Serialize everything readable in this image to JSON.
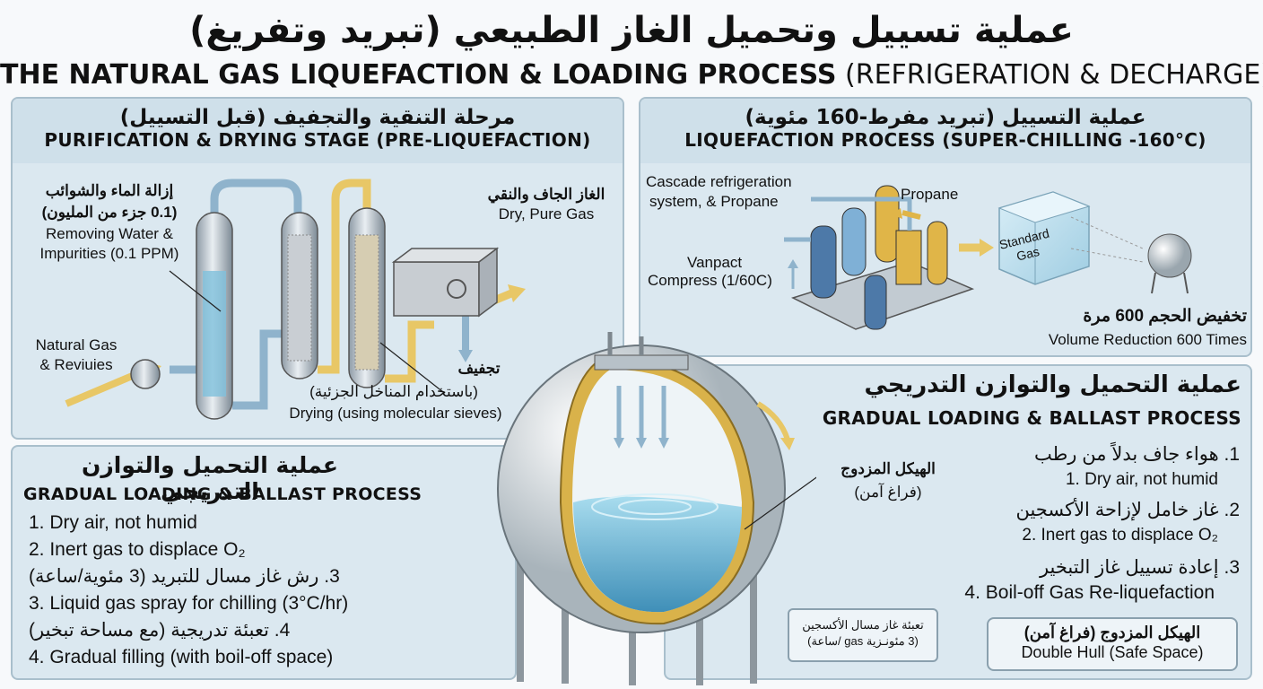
{
  "title": {
    "ar": "عملية تسييل وتحميل الغاز الطبيعي (تبريد وتفريغ)",
    "en_bold": "THE NATURAL GAS LIQUEFACTION & LOADING PROCESS",
    "en_light": "(REFRIGERATION & DECHARGE)"
  },
  "purification": {
    "heading_ar": "مرحلة التنقية والتجفيف (قبل التسييل)",
    "heading_en": "PURIFICATION & DRYING STAGE (PRE-LIQUEFACTION)",
    "removing_ar_1": "إزالة الماء والشوائب",
    "removing_ar_2": "(0.1 جزء من المليون)",
    "removing_en_1": "Removing Water &",
    "removing_en_2": "Impurities (0.1 PPM)",
    "dry_ar": "الغاز الجاف والنقي",
    "dry_en": "Dry, Pure Gas",
    "natgas_1": "Natural Gas",
    "natgas_2": "& Reviuies",
    "drying_ar_1": "تجفيف",
    "drying_ar_2": "(باستخدام المناخل الجزئية)",
    "drying_en": "Drying (using molecular sieves)"
  },
  "liquefaction": {
    "heading_ar": "عملية التسييل (تبريد مفرط-160 مئوية)",
    "heading_en": "LIQUEFACTION PROCESS (SUPER-CHILLING -160°C)",
    "cascade_1": "Cascade refrigeration",
    "cascade_2": "system, & Propane",
    "propane": "Propane",
    "vanpact": "Vanpact",
    "compress": "Compress (1/60C)",
    "standard_gas_1": "Standard",
    "standard_gas_2": "Gas",
    "reduction_ar": "تخفيض الحجم 600 مرة",
    "reduction_en": "Volume Reduction 600 Times"
  },
  "loading_right": {
    "heading_ar": "عملية التحميل والتوازن التدريجي",
    "heading_en": "GRADUAL LOADING & BALLAST PROCESS",
    "item1_ar": "1. هواء جاف بدلاً من رطب",
    "item1_en": "1. Dry air, not humid",
    "item2_ar": "2. غاز خامل لإزاحة الأكسجين",
    "item2_en": "2. Inert gas to displace O₂",
    "item3_ar": "3. إعادة تسييل غاز التبخير",
    "item4_en": "4. Boil-off Gas Re-liquefaction",
    "hull_ar": "الهيكل المزدوج (فراغ آمن)",
    "hull_en": "Double Hull (Safe Space)"
  },
  "loading_left": {
    "heading_ar": "عملية التحميل والتوازن التدريجي",
    "heading_en": "GRADUAL LOADING & BALLAST PROCESS",
    "items": [
      "1. Dry air, not humid",
      "2. Inert gas to displace O₂",
      "3. رش غاز مسال للتبريد (3 مئوية/ساعة)",
      "3. Liquid gas spray for chilling (3°C/hr)",
      "4. تعبئة تدريجية (مع مساحة تبخير)",
      "4. Gradual filling (with boil-off space)"
    ]
  },
  "tank": {
    "double_hull_ar_1": "الهيكل المزدوج",
    "double_hull_ar_2": "(فراغ آمن)",
    "callout_1": "تعبئة غاز مسال الأكسجين",
    "callout_2": "(3 مئونـزية gas /ساعة)"
  },
  "colors": {
    "panel": "#dbe8f0",
    "panel_border": "#a9bfcc",
    "pipe_blue": "#8fb3cc",
    "pipe_yellow": "#e8c766",
    "liquid": "#7fc0dc",
    "hull_gold": "#d9b24a"
  }
}
